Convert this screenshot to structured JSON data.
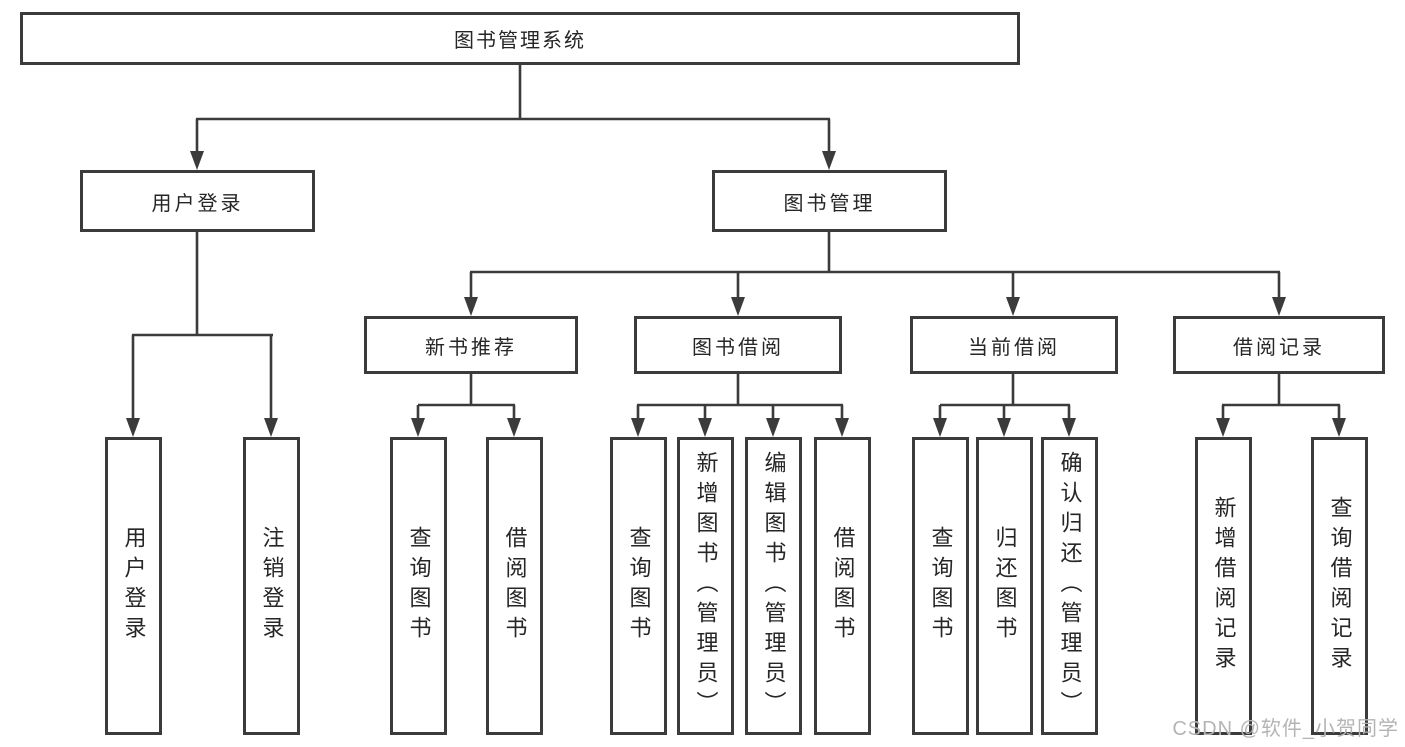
{
  "title": "图书管理系统",
  "watermark": "CSDN @软件_小贺同学",
  "colors": {
    "line": "#3b3b3b",
    "text": "#262626",
    "background": "#ffffff",
    "watermark": "#b4b4b4"
  },
  "nodes": {
    "root": {
      "label": "图书管理系统"
    },
    "user_login": {
      "label": "用户登录"
    },
    "book_management": {
      "label": "图书管理"
    },
    "new_book_recommend": {
      "label": "新书推荐"
    },
    "book_borrowing": {
      "label": "图书借阅"
    },
    "current_borrowing": {
      "label": "当前借阅"
    },
    "borrowing_records": {
      "label": "借阅记录"
    },
    "leaf_user_login": {
      "label": "用户登录"
    },
    "leaf_logout": {
      "label": "注销登录"
    },
    "leaf_query_books_recommend": {
      "label": "查询图书"
    },
    "leaf_borrow_books_recommend": {
      "label": "借阅图书"
    },
    "leaf_query_books_borrowing": {
      "label": "查询图书"
    },
    "leaf_add_books_admin": {
      "label": "新增图书（管理员）"
    },
    "leaf_edit_books_admin": {
      "label": "编辑图书（管理员）"
    },
    "leaf_borrow_books_borrowing": {
      "label": "借阅图书"
    },
    "leaf_query_books_current": {
      "label": "查询图书"
    },
    "leaf_return_books": {
      "label": "归还图书"
    },
    "leaf_confirm_return_admin": {
      "label": "确认归还（管理员）"
    },
    "leaf_add_borrow_record": {
      "label": "新增借阅记录"
    },
    "leaf_query_borrow_record": {
      "label": "查询借阅记录"
    }
  }
}
